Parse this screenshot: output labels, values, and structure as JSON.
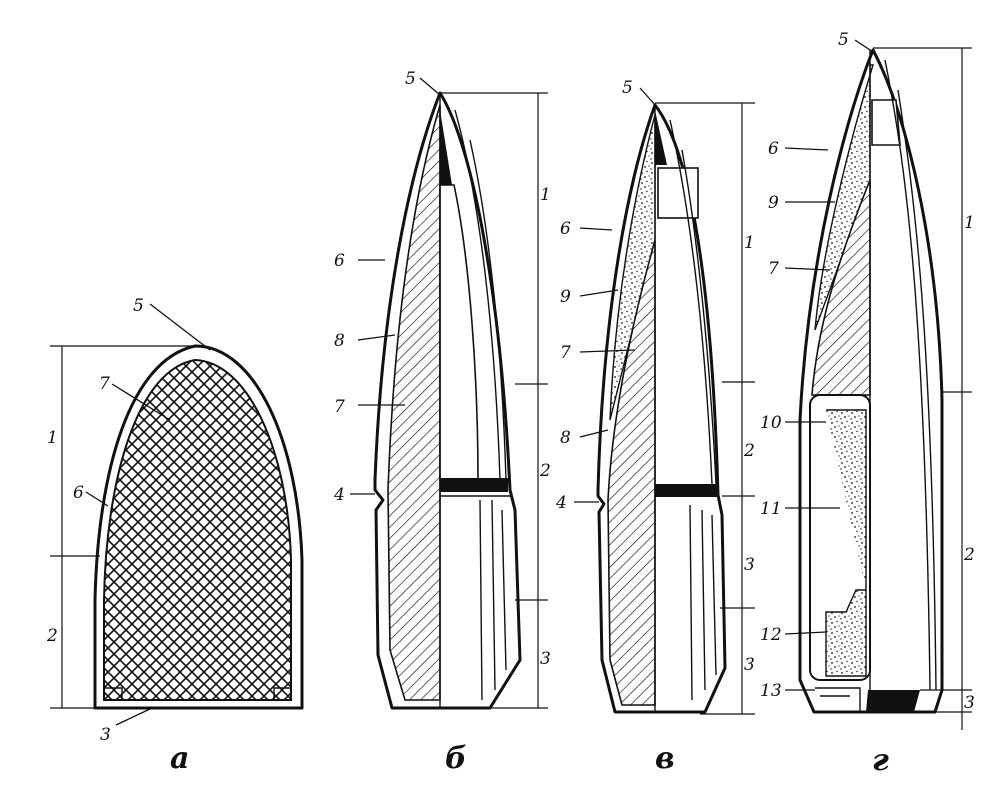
{
  "bullets": [
    {
      "caption": "а",
      "callouts": [
        "5",
        "7",
        "1",
        "6",
        "2",
        "3"
      ]
    },
    {
      "caption": "б",
      "callouts": [
        "5",
        "6",
        "8",
        "7",
        "4",
        "1",
        "2",
        "3"
      ]
    },
    {
      "caption": "в",
      "callouts": [
        "5",
        "6",
        "9",
        "7",
        "8",
        "4",
        "1",
        "2",
        "3",
        "3"
      ]
    },
    {
      "caption": "г",
      "callouts": [
        "5",
        "6",
        "9",
        "7",
        "10",
        "11",
        "12",
        "13",
        "1",
        "2",
        "3"
      ]
    }
  ]
}
